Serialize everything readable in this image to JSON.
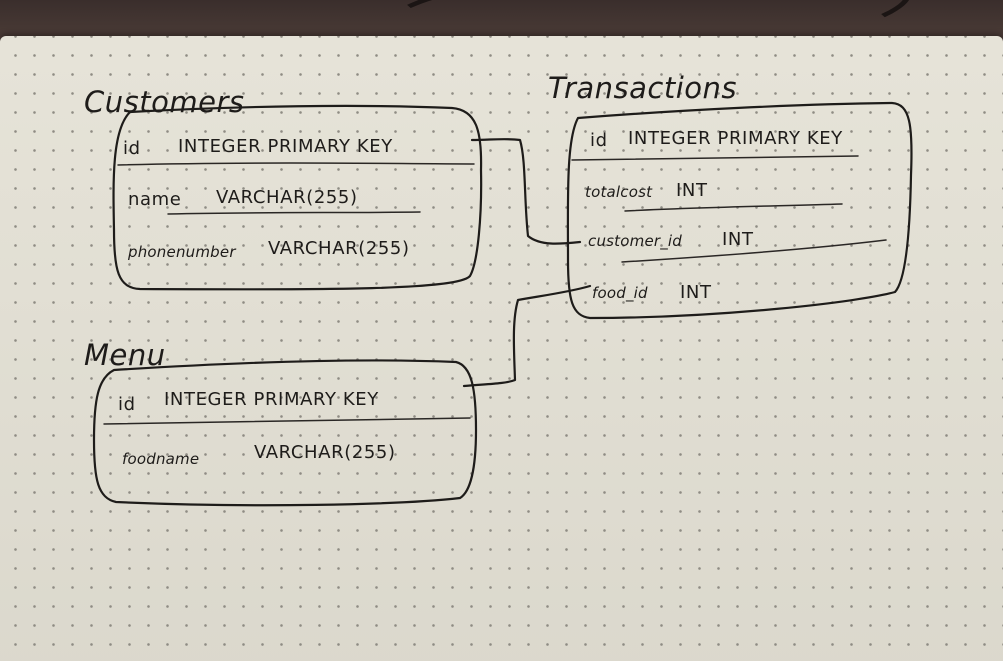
{
  "tables": [
    {
      "title": "Customers",
      "fields": [
        {
          "name": "id",
          "type": "INTEGER PRIMARY KEY"
        },
        {
          "name": "name",
          "type": "VARCHAR(255)"
        },
        {
          "name": "phonenumber",
          "type": "VARCHAR(255)"
        }
      ]
    },
    {
      "title": "Transactions",
      "fields": [
        {
          "name": "id",
          "type": "INTEGER PRIMARY KEY"
        },
        {
          "name": "totalcost",
          "type": "INT"
        },
        {
          "name": "customer_id",
          "type": "INT"
        },
        {
          "name": "food_id",
          "type": "INT"
        }
      ]
    },
    {
      "title": "Menu",
      "fields": [
        {
          "name": "id",
          "type": "INTEGER PRIMARY KEY"
        },
        {
          "name": "foodname",
          "type": "VARCHAR(255)"
        }
      ]
    }
  ],
  "relationships": [
    {
      "from": "Customers.id",
      "to": "Transactions.customer_id"
    },
    {
      "from": "Menu.id",
      "to": "Transactions.food_id"
    }
  ],
  "colors": {
    "ink": "#1e1c1a",
    "paper": "#e4e1d5",
    "background": "#4a3b36"
  }
}
